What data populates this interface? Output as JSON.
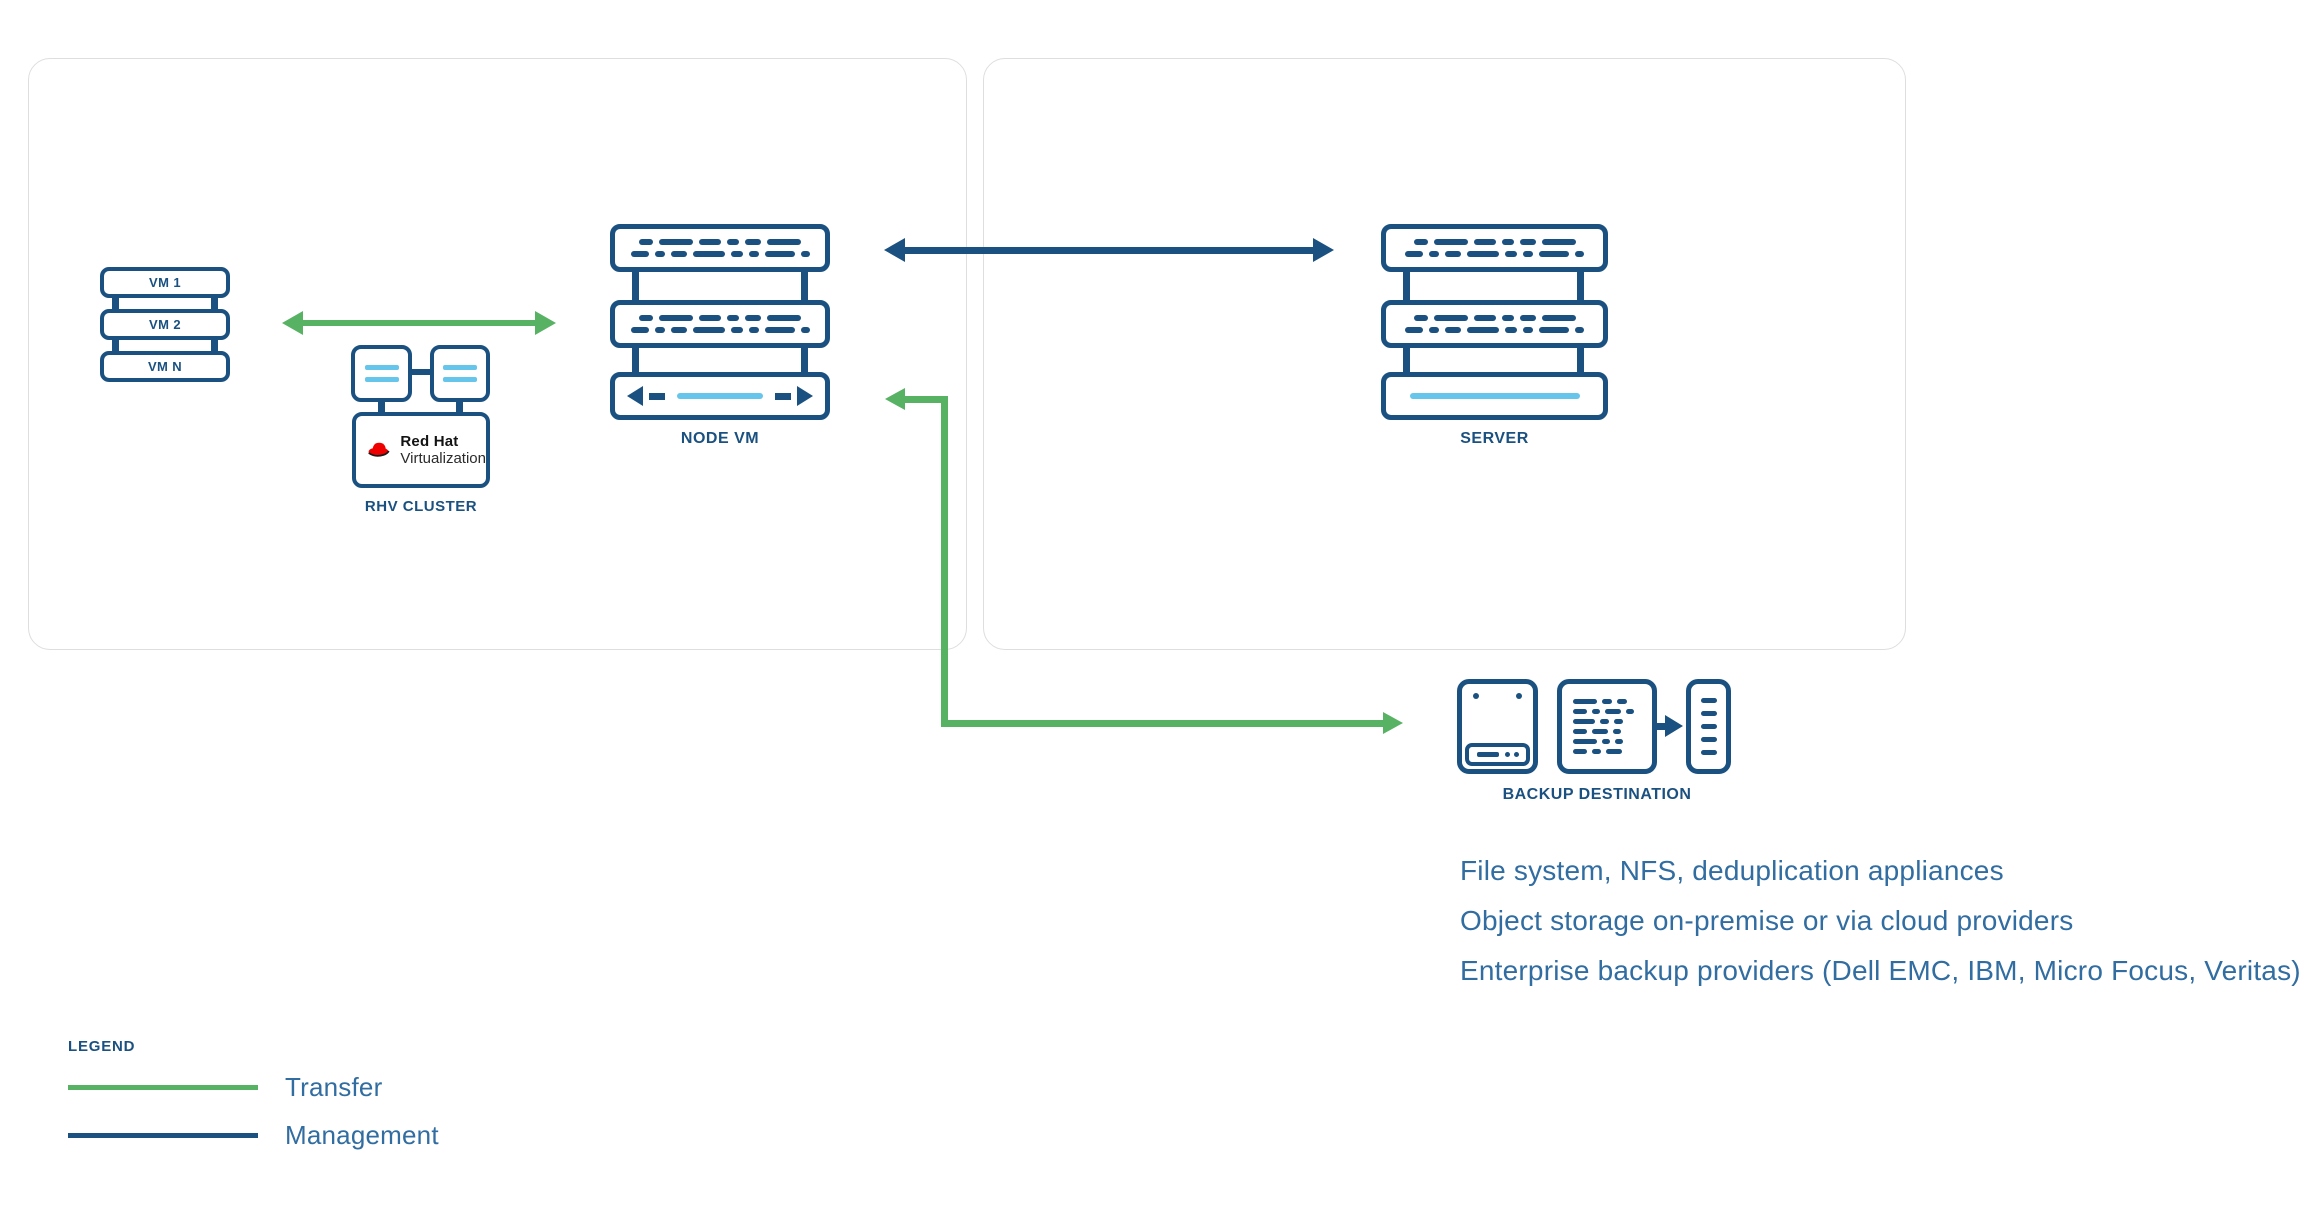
{
  "colors": {
    "navy": "#1a5180",
    "light_blue": "#66c5ea",
    "green": "#58b264",
    "body_text": "#316da1",
    "panel_border": "#dedede",
    "redhat_red": "#ee0000"
  },
  "vm_stack": {
    "items": [
      {
        "label": "VM 1"
      },
      {
        "label": "VM 2"
      },
      {
        "label": "VM N"
      }
    ]
  },
  "rhv": {
    "label": "RHV CLUSTER",
    "brand_line1": "Red Hat",
    "brand_line2": "Virtualization"
  },
  "node_vm": {
    "label": "NODE VM"
  },
  "server": {
    "label": "SERVER"
  },
  "backup": {
    "label": "BACKUP DESTINATION",
    "notes": [
      "File system, NFS, deduplication appliances",
      "Object storage on-premise or via cloud providers",
      "Enterprise backup providers (Dell EMC, IBM, Micro Focus, Veritas)"
    ]
  },
  "legend": {
    "title": "LEGEND",
    "items": [
      {
        "label": "Transfer",
        "color": "#58b264"
      },
      {
        "label": "Management",
        "color": "#1a5180"
      }
    ]
  }
}
